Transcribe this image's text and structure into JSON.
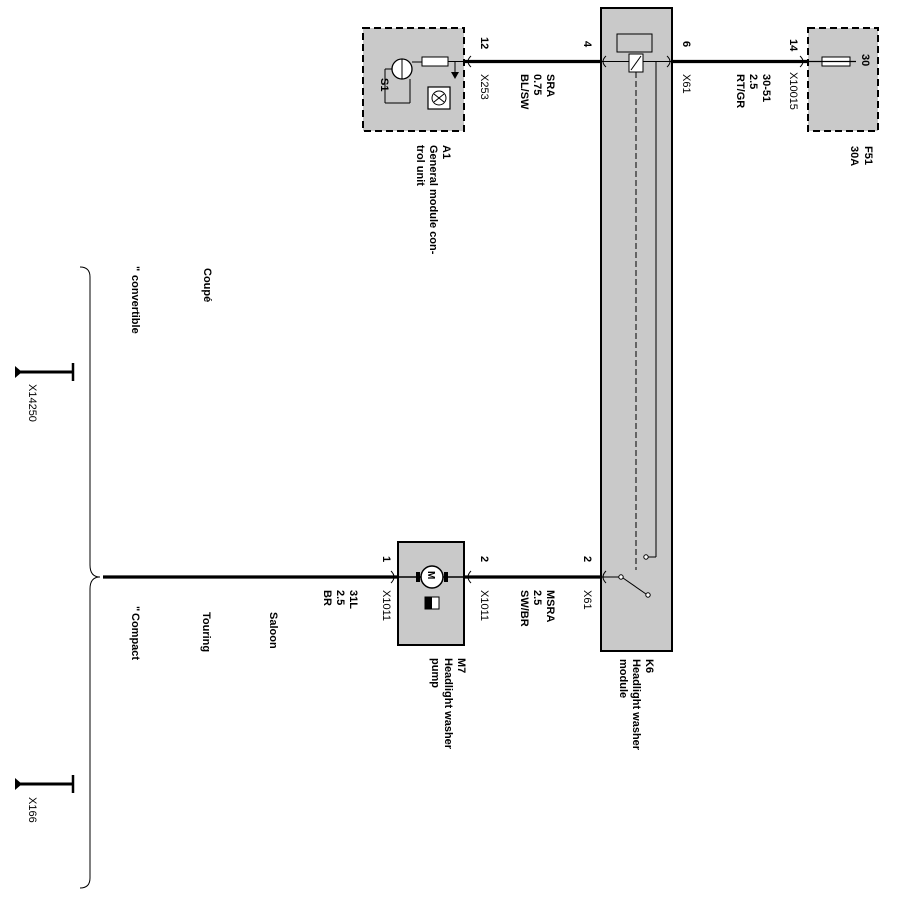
{
  "fuse": {
    "ref": "F51",
    "rating": "30A",
    "pin": "14",
    "terminal": "30",
    "connector": "X10015"
  },
  "wire_fuse_module": {
    "circuit": "30-51",
    "gauge": "2.5",
    "color": "RT/GR"
  },
  "gm": {
    "ref": "A1",
    "name_line1": "General module con-",
    "name_line2": "trol unit",
    "pin": "12",
    "connector": "X253",
    "switch_label": "S1"
  },
  "wire_gm_module": {
    "circuit": "SRA",
    "gauge": "0.75",
    "color": "BL/SW"
  },
  "module": {
    "ref": "K6",
    "name_line1": "Headlight washer",
    "name_line2": "module",
    "pin_top_left": "4",
    "pin_top_right": "6",
    "connector_top": "X61",
    "pin_bottom": "2",
    "connector_bottom": "X61"
  },
  "pump": {
    "ref": "M7",
    "name_line1": "Headlight washer",
    "name_line2": "pump",
    "pin_in": "2",
    "pin_out": "1",
    "connector_in": "X1011",
    "connector_out": "X1011"
  },
  "wire_module_pump": {
    "circuit": "MSRA",
    "gauge": "2.5",
    "color": "SW/BR"
  },
  "wire_pump_ground": {
    "circuit": "31L",
    "gauge": "2.5",
    "color": "BR"
  },
  "variants": {
    "coupe": "Coupé",
    "convertible": "convertible",
    "convertible_mark": "\"",
    "saloon": "Saloon",
    "touring": "Touring",
    "compact": "Compact",
    "compact_mark": "\""
  },
  "grounds": {
    "upper": "X14250",
    "lower": "X166"
  }
}
